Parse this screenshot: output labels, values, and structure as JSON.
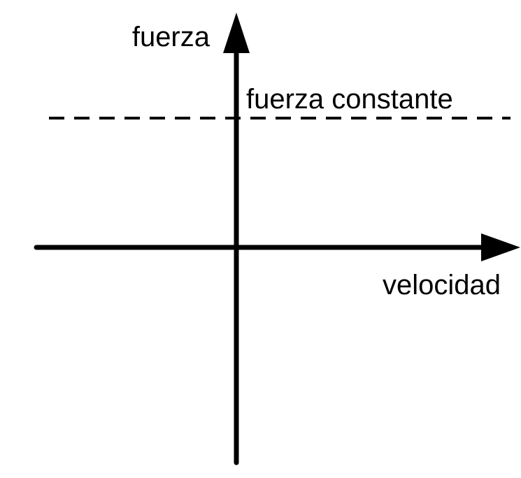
{
  "diagram": {
    "y_axis_label": "fuerza",
    "x_axis_label": "velocidad",
    "line_label": "fuerza constante",
    "line_style": "dashed",
    "colors": {
      "background": "#ffffff",
      "stroke": "#000000"
    }
  }
}
